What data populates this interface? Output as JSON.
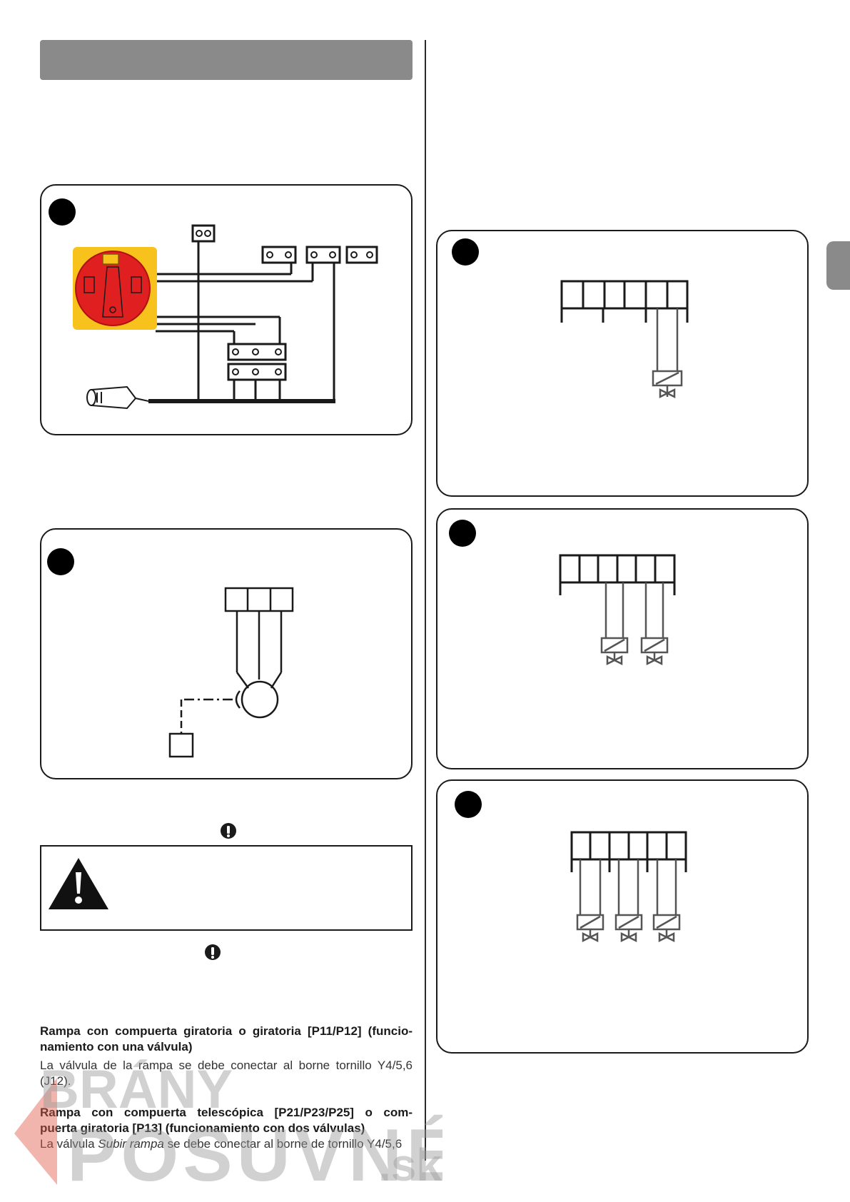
{
  "colors": {
    "header_gray": "#8a8a8a",
    "switch_yellow": "#f7c21b",
    "switch_red": "#e02020",
    "line_dark": "#1a1a1a",
    "line_gray": "#555555",
    "watermark_gray": "#9a9a9a",
    "watermark_red": "#e25a4a"
  },
  "icons": {
    "warning": "warning-triangle-icon",
    "info": "info-circle-icon",
    "plug": "power-plug-icon",
    "switch": "main-switch-icon",
    "valve": "solenoid-valve-icon",
    "motor": "motor-icon",
    "sensor": "sensor-box-icon"
  },
  "sections": [
    {
      "title": "Rampa con compuerta giratoria o giratoria [P11/P12] (funcionamiento con una válvula)",
      "title_line1": "Rampa con compuerta giratoria o giratoria [P11/P12] (funcio-",
      "title_line2": "namiento con una válvula)",
      "body_line1": "La válvula de la rampa se debe conectar al borne tornillo Y4/5,6",
      "body_line2": "(J12)."
    },
    {
      "title_line1": "Rampa con compuerta telescópica [P21/P23/P25] o com-",
      "title_line2": "puerta giratoria [P13] (funcionamiento con dos válvulas)",
      "body_prefix": "La válvula ",
      "body_italic": "Subir rampa",
      "body_suffix": " se debe conectar al borne de tornillo Y4/5,6"
    }
  ],
  "watermark": {
    "line1": "BRÁNY",
    "line2": "POSUVNÉ",
    "suffix": ".sk"
  }
}
